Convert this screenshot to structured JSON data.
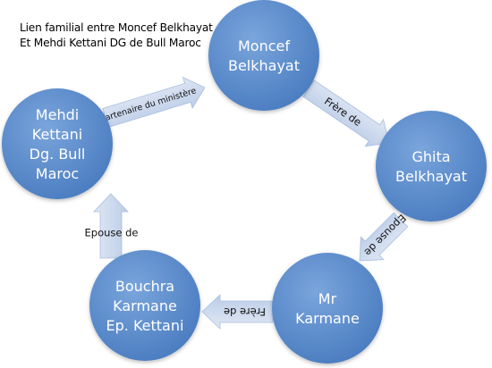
{
  "title": {
    "line1": "Lien familial entre Moncef Belkhayat",
    "line2": "Et Mehdi Kettani DG de Bull Maroc"
  },
  "nodes": [
    {
      "id": "moncef",
      "lines": [
        "Moncef",
        "Belkhayat"
      ]
    },
    {
      "id": "ghita",
      "lines": [
        "Ghita",
        "Belkhayat"
      ]
    },
    {
      "id": "karmane",
      "lines": [
        "Mr",
        "Karmane"
      ]
    },
    {
      "id": "bouchra",
      "lines": [
        "Bouchra",
        "Karmane",
        "Ep. Kettani"
      ]
    },
    {
      "id": "mehdi",
      "lines": [
        "Mehdi",
        "Kettani",
        "Dg. Bull",
        "Maroc"
      ]
    }
  ],
  "edges": [
    {
      "from": "mehdi",
      "to": "moncef",
      "label": "Partenaire du ministère"
    },
    {
      "from": "moncef",
      "to": "ghita",
      "label": "Frère de"
    },
    {
      "from": "ghita",
      "to": "karmane",
      "label": "Epouse de"
    },
    {
      "from": "karmane",
      "to": "bouchra",
      "label": "Frère de"
    },
    {
      "from": "bouchra",
      "to": "mehdi",
      "label": "Epouse de"
    }
  ],
  "colors": {
    "node_fill": "#4f81bd",
    "node_fill_light": "#7aa5dc",
    "arrow_fill": "#c8d6ec",
    "arrow_stroke": "#a7bddf"
  }
}
